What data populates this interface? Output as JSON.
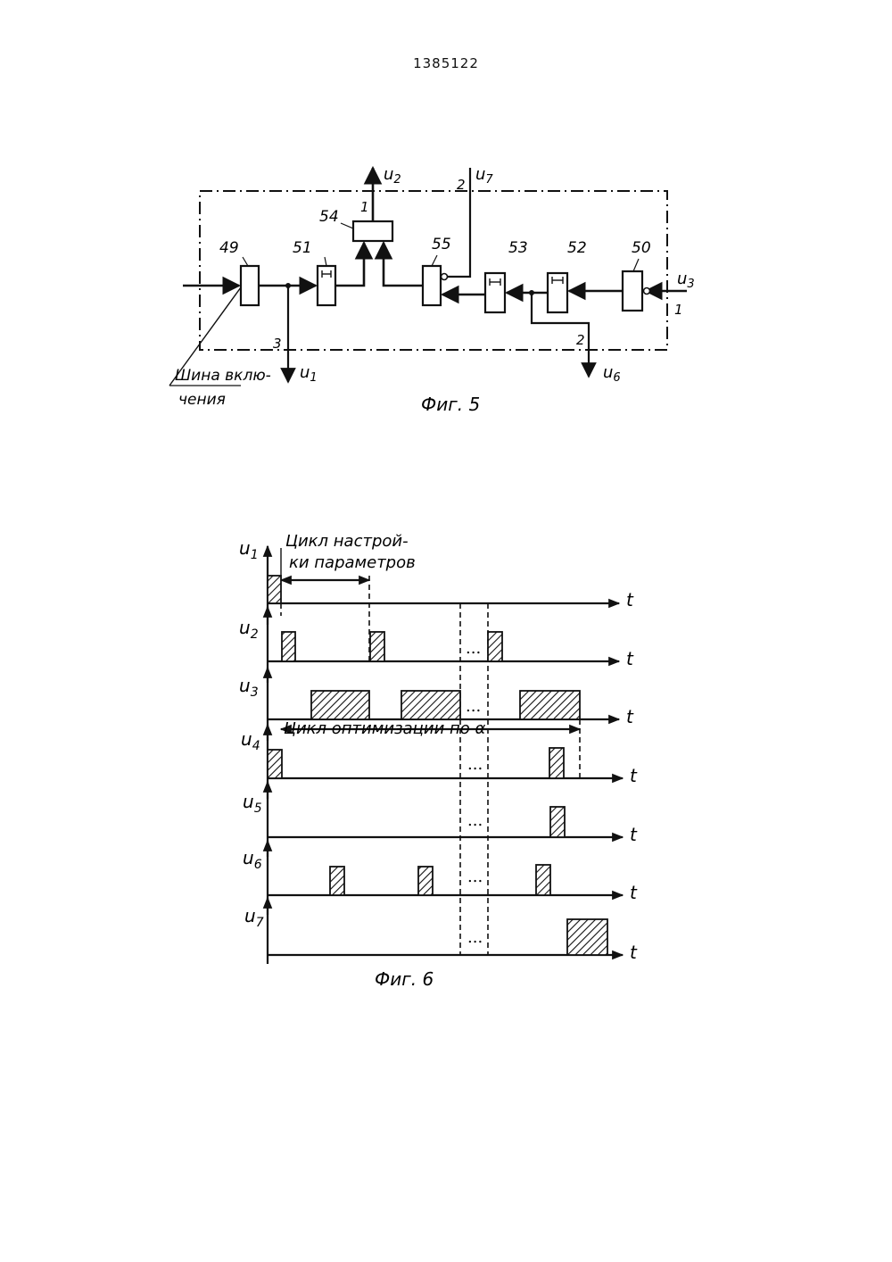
{
  "page_number": "1385122",
  "fig5": {
    "caption": "Фиг. 5",
    "bus_label_line1": "Шина вклю-",
    "bus_label_line2": "чения",
    "blocks": [
      "49",
      "51",
      "54",
      "55",
      "53",
      "52",
      "50"
    ],
    "signals": {
      "u1": "u",
      "u1_sub": "1",
      "u2": "u",
      "u2_sub": "2",
      "u3": "u",
      "u3_sub": "3",
      "u6": "u",
      "u6_sub": "6",
      "u7": "u",
      "u7_sub": "7"
    },
    "pins": {
      "p1_top": "1",
      "p2_top": "2",
      "p3_bottom": "3",
      "p2_bottom": "2",
      "p1_right": "1"
    }
  },
  "fig6": {
    "caption": "Фиг. 6",
    "cycle_label_line1": "Цикл настрой-",
    "cycle_label_line2": "ки параметров",
    "opt_label": "Цикл оптимизации по α",
    "axis_t": "t",
    "ellipsis": "...",
    "rows": [
      {
        "name": "u",
        "sub": "1"
      },
      {
        "name": "u",
        "sub": "2"
      },
      {
        "name": "u",
        "sub": "3"
      },
      {
        "name": "u",
        "sub": "4"
      },
      {
        "name": "u",
        "sub": "5"
      },
      {
        "name": "u",
        "sub": "6"
      },
      {
        "name": "u",
        "sub": "7"
      }
    ]
  }
}
